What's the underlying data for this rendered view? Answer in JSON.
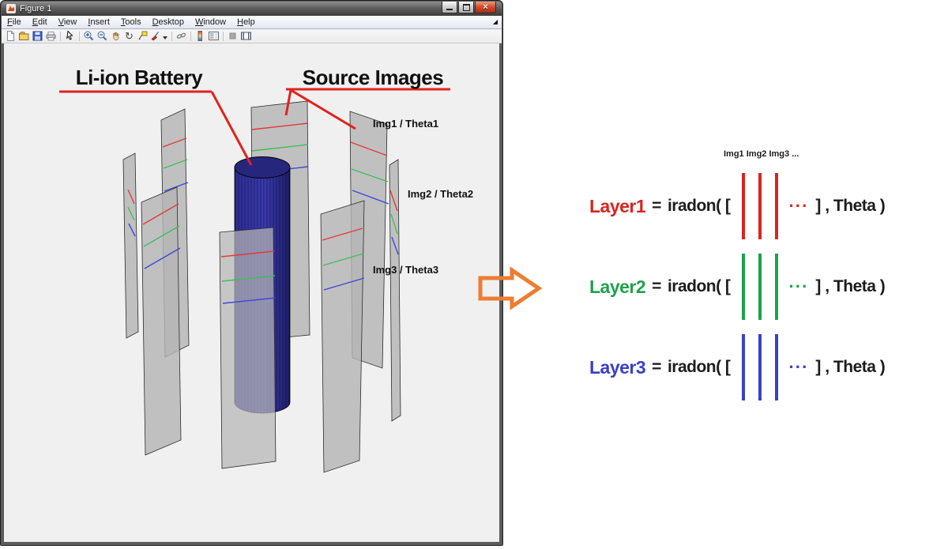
{
  "window": {
    "title": "Figure 1",
    "menu": [
      "File",
      "Edit",
      "View",
      "Insert",
      "Tools",
      "Desktop",
      "Window",
      "Help"
    ],
    "caption_buttons": [
      "minimize",
      "maximize",
      "close"
    ],
    "close_glyph": "×",
    "toolbar_icons": [
      "new-file",
      "open-file",
      "save",
      "print",
      "cursor",
      "zoom-in",
      "zoom-out",
      "pan",
      "rotate-3d",
      "data-cursor",
      "brush",
      "link-plot",
      "insert-colorbar",
      "insert-legend",
      "hide-plot-tools",
      "show-plot-tools"
    ],
    "rotate_glyph": "↻"
  },
  "figure": {
    "battery_label": "Li-ion Battery",
    "source_label": "Source Images",
    "img_labels": [
      "Img1 / Theta1",
      "Img2 / Theta2",
      "Img3 / Theta3"
    ]
  },
  "equations": {
    "header": "Img1 Img2 Img3 ...",
    "rows": [
      {
        "name": "Layer1",
        "eq": "=",
        "func": "iradon( [",
        "dots": "···",
        "tail": "] , Theta )",
        "color": "#d9251f"
      },
      {
        "name": "Layer2",
        "eq": "=",
        "func": "iradon( [",
        "dots": "···",
        "tail": "] , Theta )",
        "color": "#1ea24c"
      },
      {
        "name": "Layer3",
        "eq": "=",
        "func": "iradon( [",
        "dots": "···",
        "tail": "] , Theta )",
        "color": "#3a40c8"
      }
    ]
  },
  "colors": {
    "arrow_orange": "#ed7d31",
    "callout_red": "#e0231d",
    "cylinder_navy": "#31319c",
    "panel_gray": "#b5b5b5",
    "line_red": "#e03c36",
    "line_green": "#3fbf55",
    "line_blue": "#3b49d6",
    "figure_bg": "#f0f0f0"
  }
}
